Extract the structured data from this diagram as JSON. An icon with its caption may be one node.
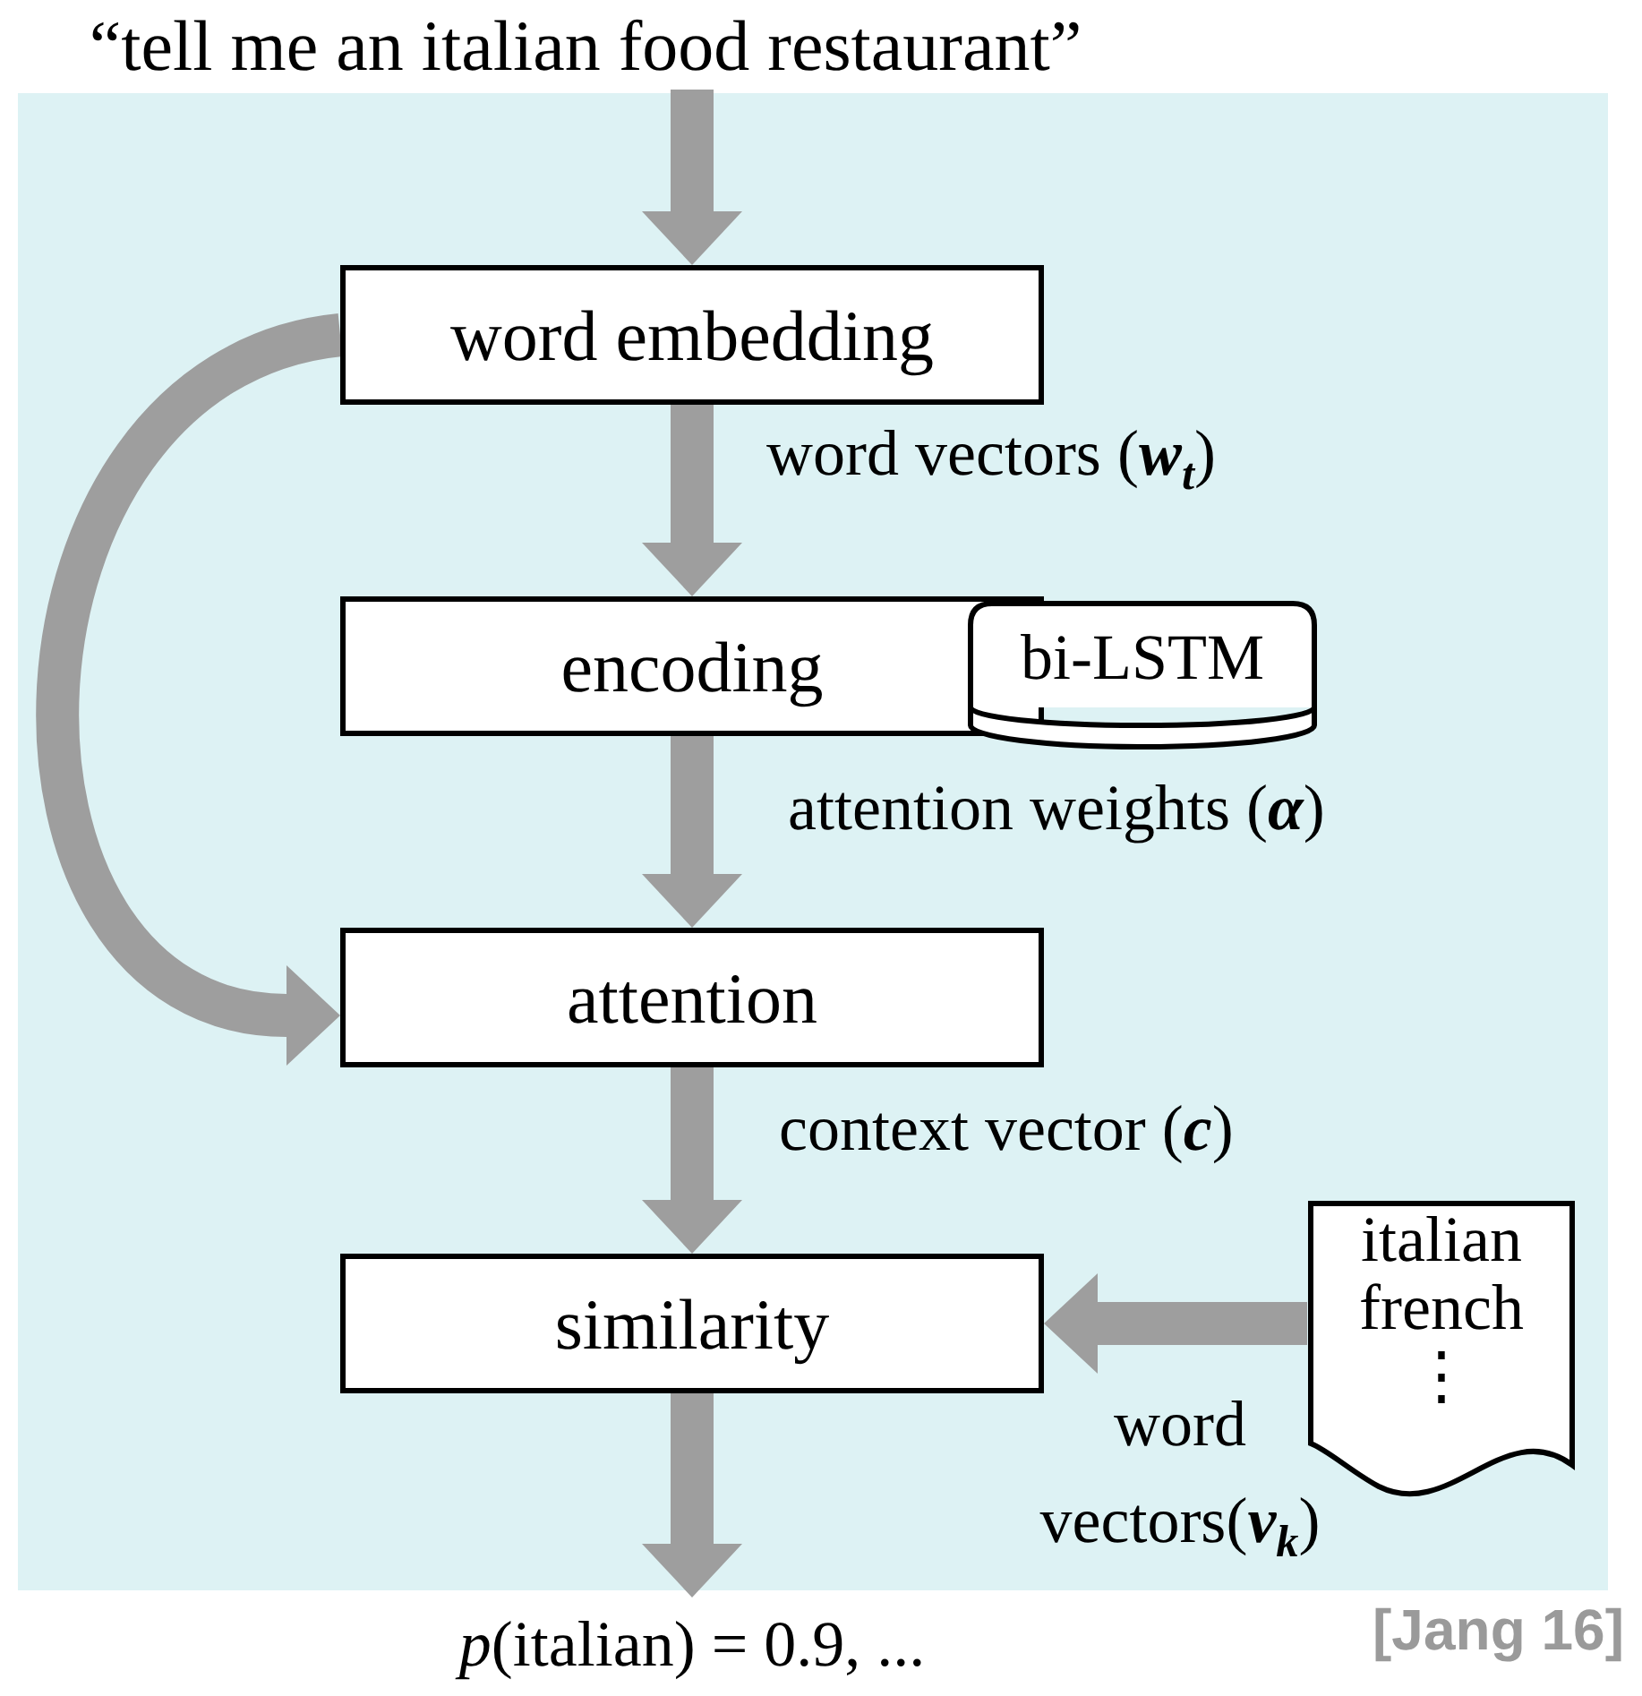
{
  "diagram": {
    "nodes": [
      {
        "text": [
          "“tell me an italian food restaurant”"
        ]
      },
      {
        "text": [
          "word embedding"
        ]
      },
      {
        "text": [
          "encoding"
        ]
      },
      {
        "text": [
          "bi-LSTM"
        ]
      },
      {
        "text": [
          "attention"
        ]
      },
      {
        "text": [
          "similarity"
        ]
      },
      {
        "text": [
          "italian",
          "french",
          "⋮"
        ]
      },
      {
        "text": [
          "*p*(italian) = 0.9, ..."
        ]
      }
    ],
    "edges": [
      {
        "from": 0,
        "to": 1,
        "arrow": "to"
      },
      {
        "from": 1,
        "to": 2,
        "arrow": "to",
        "label": "word vectors (**w**$_{t}$)"
      },
      {
        "from": 2,
        "to": 4,
        "arrow": "to",
        "label": "attention weights (**α**)"
      },
      {
        "from": 4,
        "to": 5,
        "arrow": "to",
        "label": "context vector (**c**)"
      },
      {
        "from": 5,
        "to": 7,
        "arrow": "to"
      },
      {
        "from": 6,
        "to": 5,
        "arrow": "to",
        "label": "word vectors(**v**$_{k}$)"
      },
      {
        "from": 1,
        "to": 4,
        "arrow": "to"
      }
    ],
    "labels": [
      "[Jang 16]"
    ]
  }
}
